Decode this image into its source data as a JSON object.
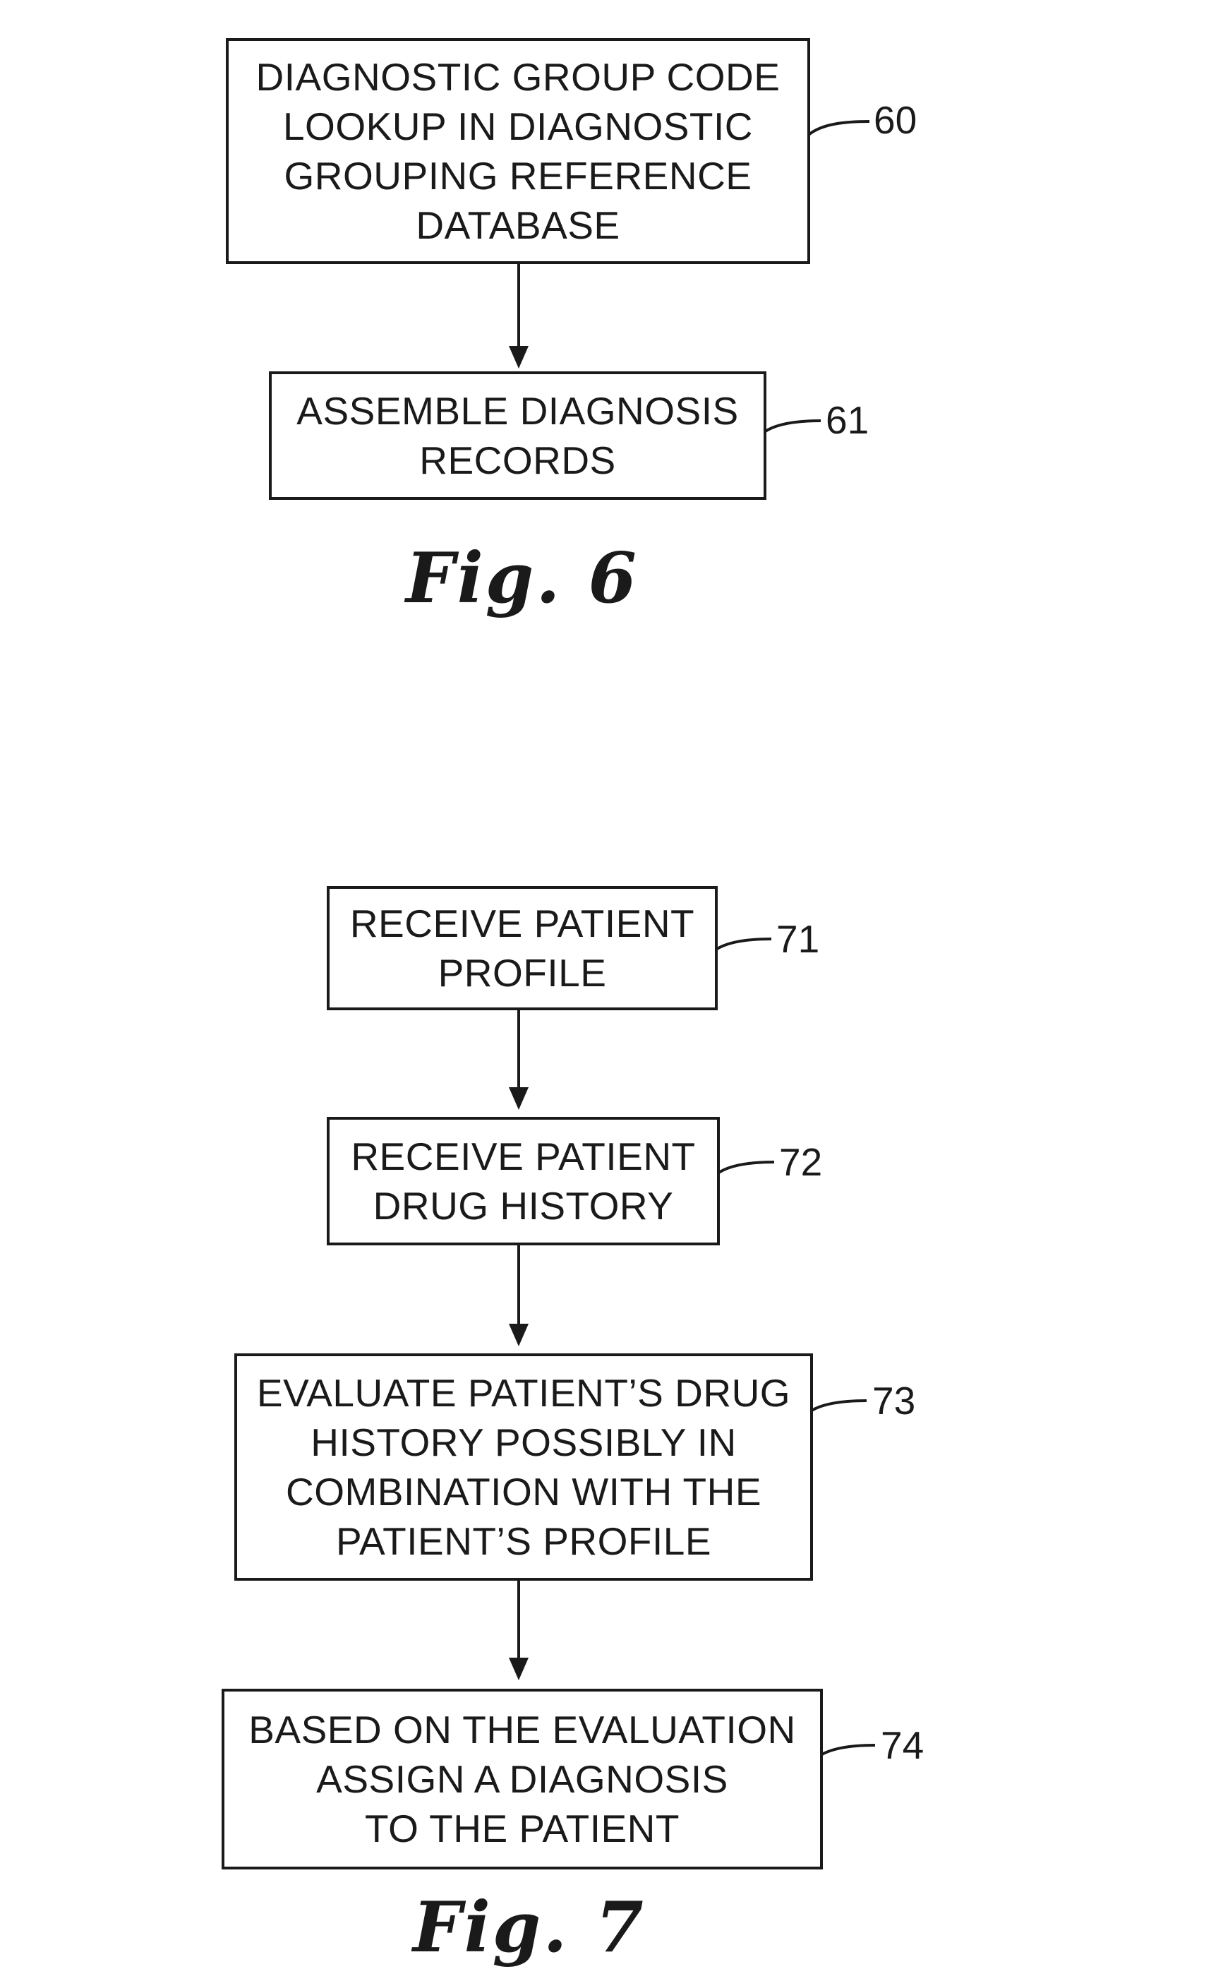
{
  "figures": [
    {
      "caption": "Fig. 6",
      "steps": [
        {
          "ref": "60",
          "text": "DIAGNOSTIC GROUP CODE\nLOOKUP IN DIAGNOSTIC\nGROUPING REFERENCE\nDATABASE"
        },
        {
          "ref": "61",
          "text": "ASSEMBLE DIAGNOSIS\nRECORDS"
        }
      ]
    },
    {
      "caption": "Fig. 7",
      "steps": [
        {
          "ref": "71",
          "text": "RECEIVE PATIENT\nPROFILE"
        },
        {
          "ref": "72",
          "text": "RECEIVE PATIENT\nDRUG HISTORY"
        },
        {
          "ref": "73",
          "text": "EVALUATE PATIENT’S DRUG\nHISTORY POSSIBLY IN\nCOMBINATION WITH THE\nPATIENT’S PROFILE"
        },
        {
          "ref": "74",
          "text": "BASED ON THE EVALUATION\nASSIGN A DIAGNOSIS\nTO THE PATIENT"
        }
      ]
    }
  ]
}
